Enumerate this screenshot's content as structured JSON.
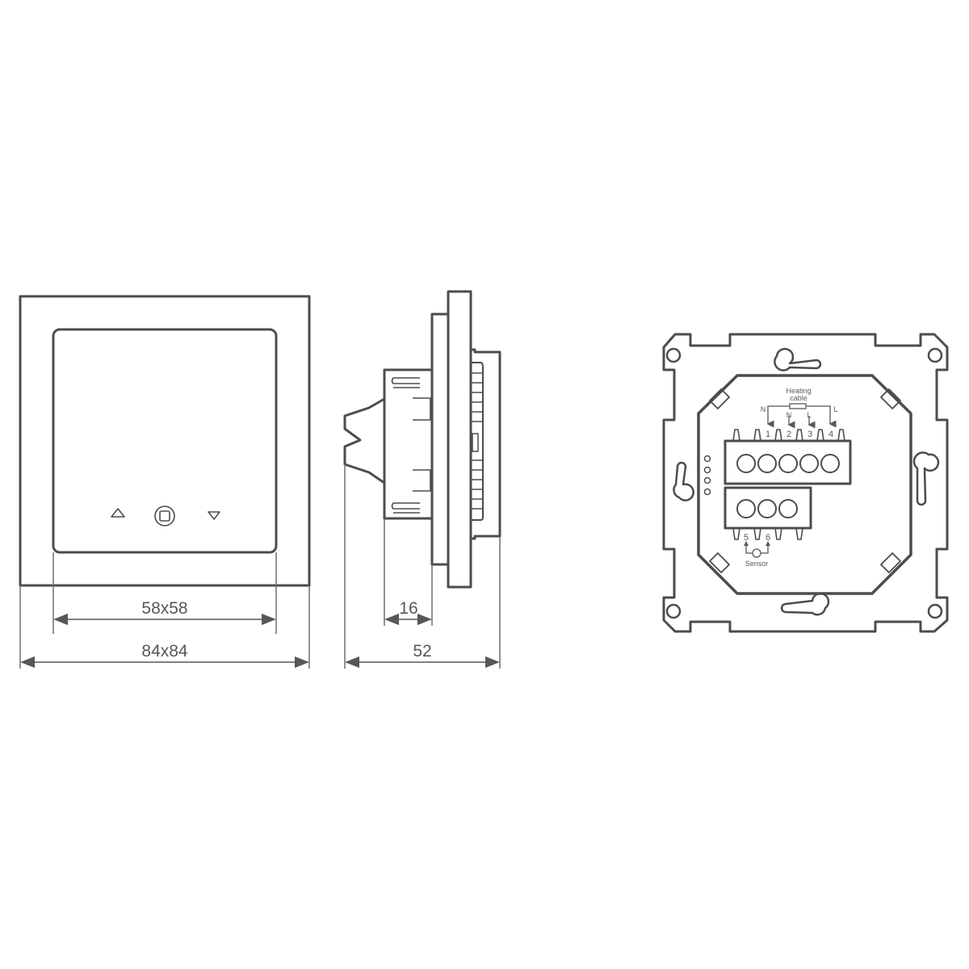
{
  "front_view": {
    "buttons": [
      {
        "name": "up",
        "icon": "triangle-up-icon"
      },
      {
        "name": "menu",
        "icon": "square-in-circle-icon"
      },
      {
        "name": "down",
        "icon": "triangle-down-icon"
      }
    ],
    "dimensions": {
      "inner": "58x58",
      "outer": "84x84"
    }
  },
  "side_view": {
    "dimensions": {
      "depth_mount": "16",
      "total_depth": "52"
    }
  },
  "back_view": {
    "heating_label_line1": "Heating",
    "heating_label_line2": "cable",
    "wire_labels": {
      "left_N": "N",
      "right_L": "L",
      "inner_N": "N",
      "inner_L": "L"
    },
    "terminals_top": [
      "1",
      "2",
      "3",
      "4"
    ],
    "terminals_bottom": [
      "5",
      "6"
    ],
    "sensor_label": "Sensor"
  },
  "colors": {
    "line": "#4a4d50",
    "text": "#55585b",
    "background": "#ffffff"
  }
}
